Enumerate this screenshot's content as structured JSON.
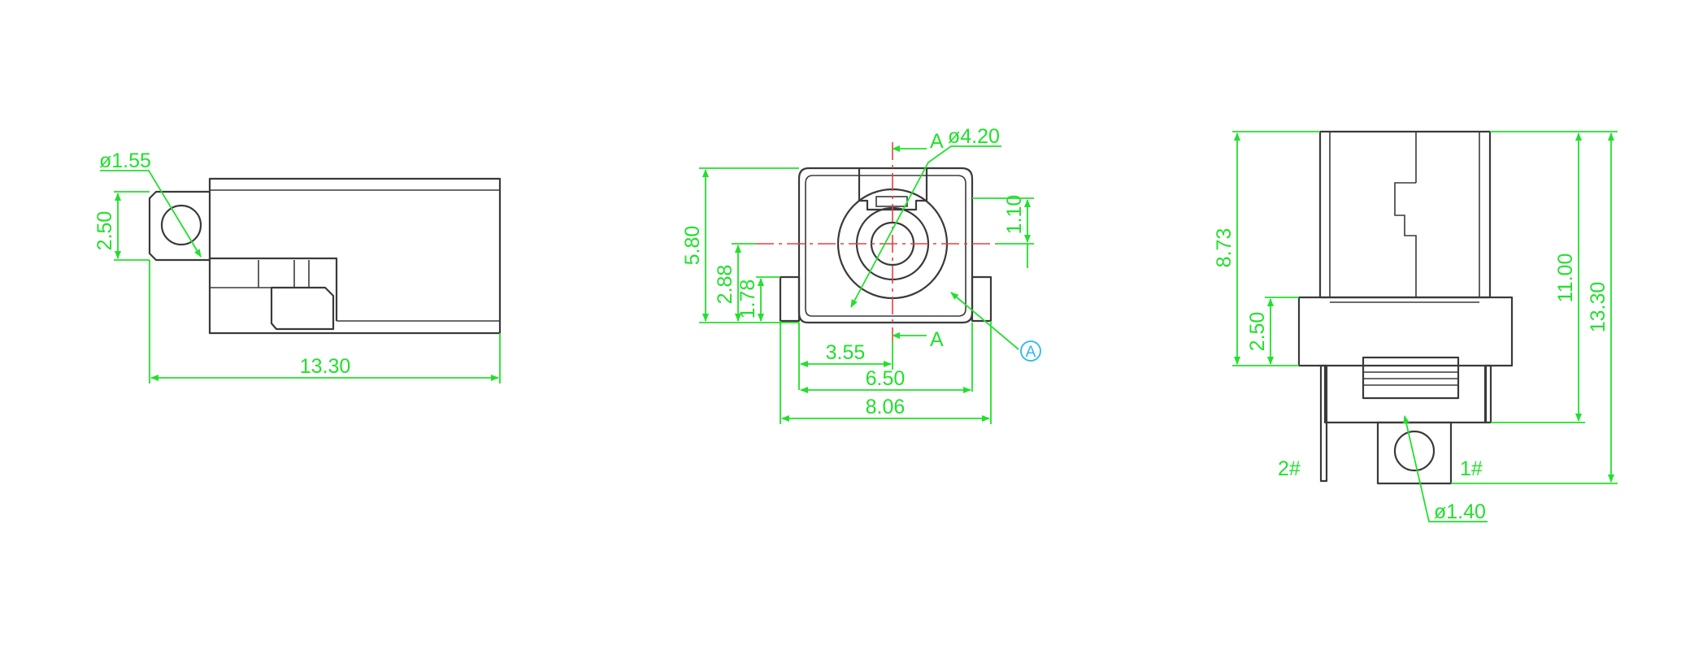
{
  "dimensions": {
    "left_hole_dia": "ø1.55",
    "left_height": "2.50",
    "left_length": "13.30",
    "front_height": "5.80",
    "front_mid_height": "2.88",
    "front_low_height": "1.78",
    "front_top_offset": "1.10",
    "front_bore_dia": "ø4.20",
    "front_half_width": "3.55",
    "front_body_width": "6.50",
    "front_total_width": "8.06",
    "right_body_height": "8.73",
    "right_flange_height": "2.50",
    "right_height": "11.00",
    "right_total_height": "13.30",
    "right_hole_dia": "ø1.40"
  },
  "labels": {
    "section_top": "A",
    "section_bottom": "A",
    "balloon": "A",
    "pin2": "2#",
    "pin1": "1#"
  },
  "colors": {
    "outline": "#3a3a3a",
    "dimension": "#22e02c",
    "centerline": "#e84040",
    "balloon": "#29b6f6"
  }
}
